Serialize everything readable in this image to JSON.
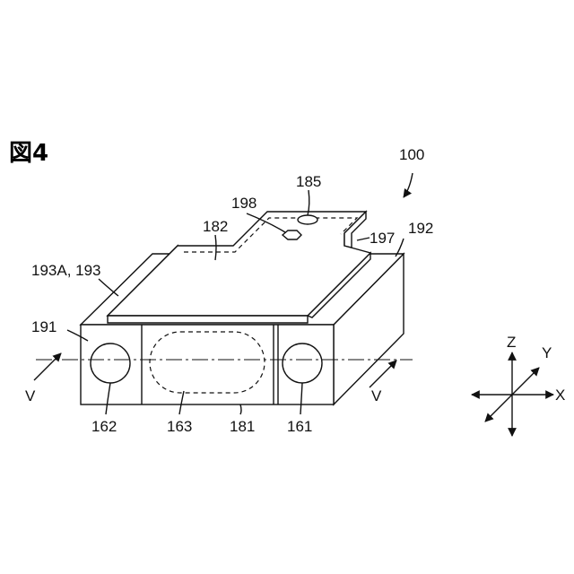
{
  "figure_title": "図4",
  "labels": {
    "assembly": "100",
    "l185": "185",
    "l198": "198",
    "l182": "182",
    "l197": "197",
    "l192": "192",
    "l193": "193A, 193",
    "l191": "191",
    "l162": "162",
    "l163": "163",
    "l181": "181",
    "l161": "161",
    "section_left": "V",
    "section_right": "V"
  },
  "axes": {
    "z": "Z",
    "y": "Y",
    "x": "X"
  }
}
